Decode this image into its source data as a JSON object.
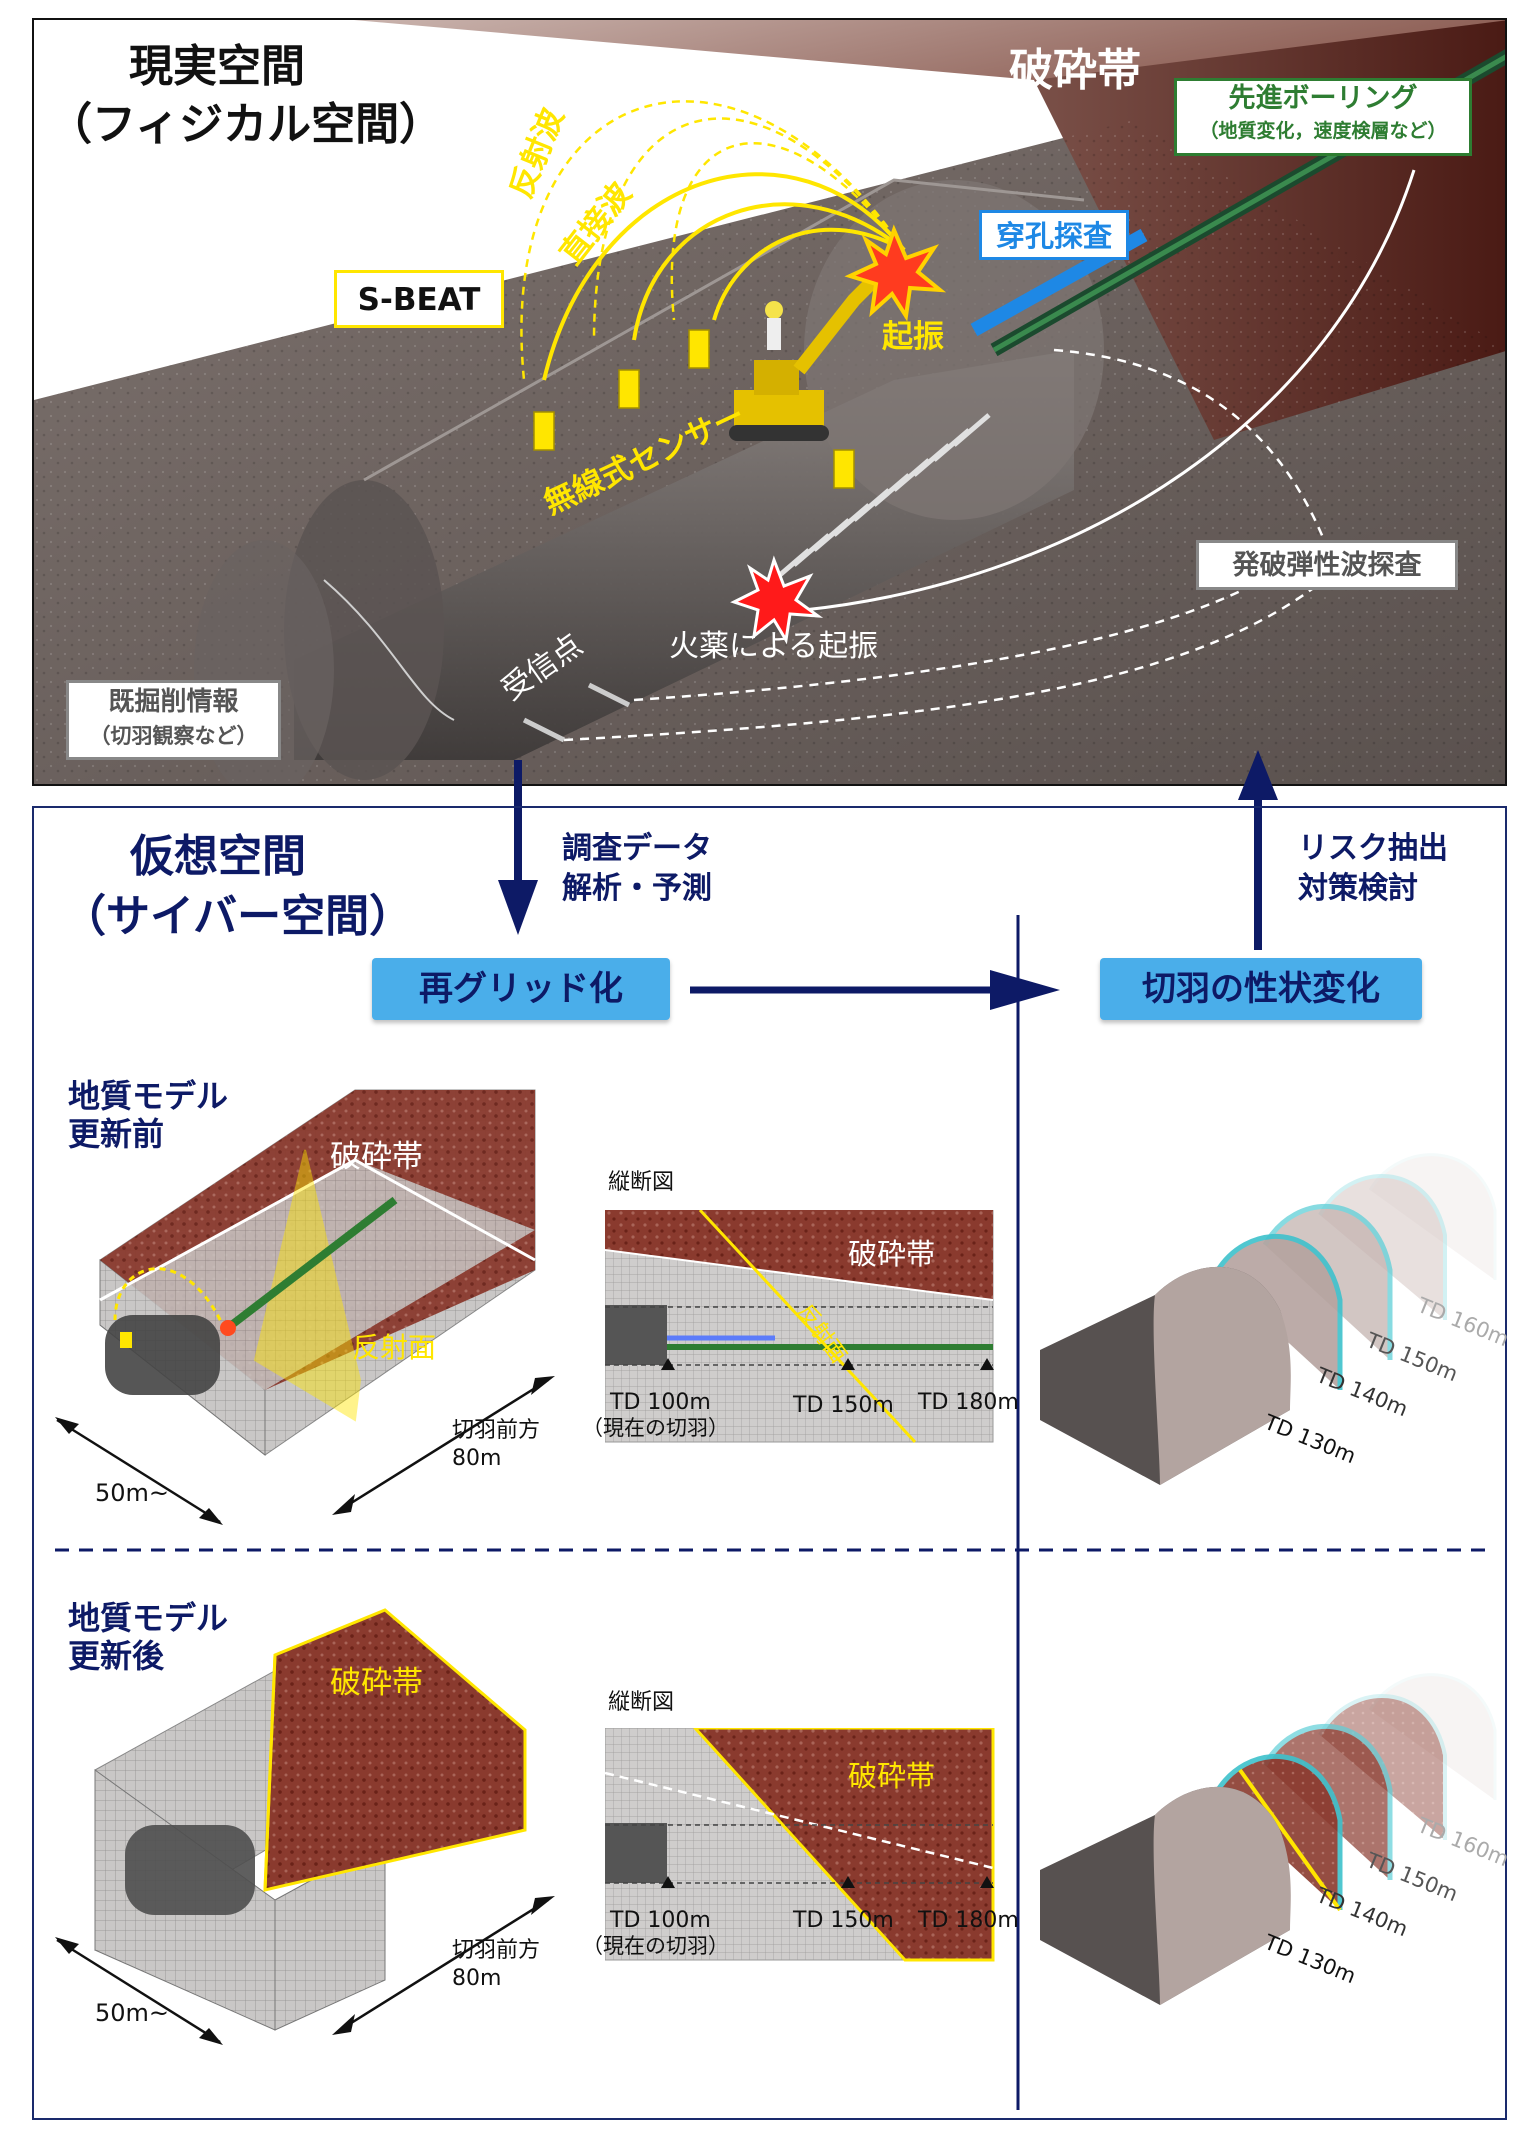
{
  "physical": {
    "title_line1": "現実空間",
    "title_line2": "（フィジカル空間）",
    "fracture_zone": "破砕帯",
    "advance_boring": {
      "title": "先進ボーリング",
      "sub": "（地質変化，速度検層など）"
    },
    "drill_survey": "穿孔探査",
    "sbeat": "S-BEAT",
    "reflected_wave": "反射波",
    "direct_wave": "直接波",
    "vibration_source": "起振",
    "wireless_sensor": "無線式センサー",
    "blast_survey": "発破弾性波探査",
    "explosive_source": "火薬による起振",
    "receiver": "受信点",
    "prior_excavation": {
      "title": "既掘削情報",
      "sub": "（切羽観察など）"
    }
  },
  "flow": {
    "down_label_line1": "調査データ",
    "down_label_line2": "解析・予測",
    "up_label_line1": "リスク抽出",
    "up_label_line2": "対策検討"
  },
  "cyber": {
    "title_line1": "仮想空間",
    "title_line2": "（サイバー空間）",
    "regrid": "再グリッド化",
    "face_change": "切羽の性状変化",
    "before": {
      "label_line1": "地質モデル",
      "label_line2": "更新前",
      "fracture_zone": "破砕帯",
      "reflection_plane": "反射面",
      "ahead_line1": "切羽前方",
      "ahead_line2": "80m",
      "width": "50m~",
      "section_title": "縦断図",
      "section_fracture": "破砕帯",
      "section_reflection": "反射面",
      "td100": "TD 100m",
      "td100_sub": "（現在の切羽）",
      "td150": "TD 150m",
      "td180": "TD 180m"
    },
    "after": {
      "label_line1": "地質モデル",
      "label_line2": "更新後",
      "fracture_zone": "破砕帯",
      "ahead_line1": "切羽前方",
      "ahead_line2": "80m",
      "width": "50m~",
      "section_title": "縦断図",
      "section_fracture": "破砕帯",
      "td100": "TD 100m",
      "td100_sub": "（現在の切羽）",
      "td150": "TD 150m",
      "td180": "TD 180m"
    },
    "faces": [
      "TD 130m",
      "TD 140m",
      "TD 150m",
      "TD 160m"
    ]
  },
  "colors": {
    "navy": "#0d1a66",
    "pill_blue": "#4aaeea",
    "fracture_red": "#7a2e22",
    "yellow": "#ffe600",
    "boring_green": "#2e7d32",
    "drill_blue": "#1e88e5"
  }
}
